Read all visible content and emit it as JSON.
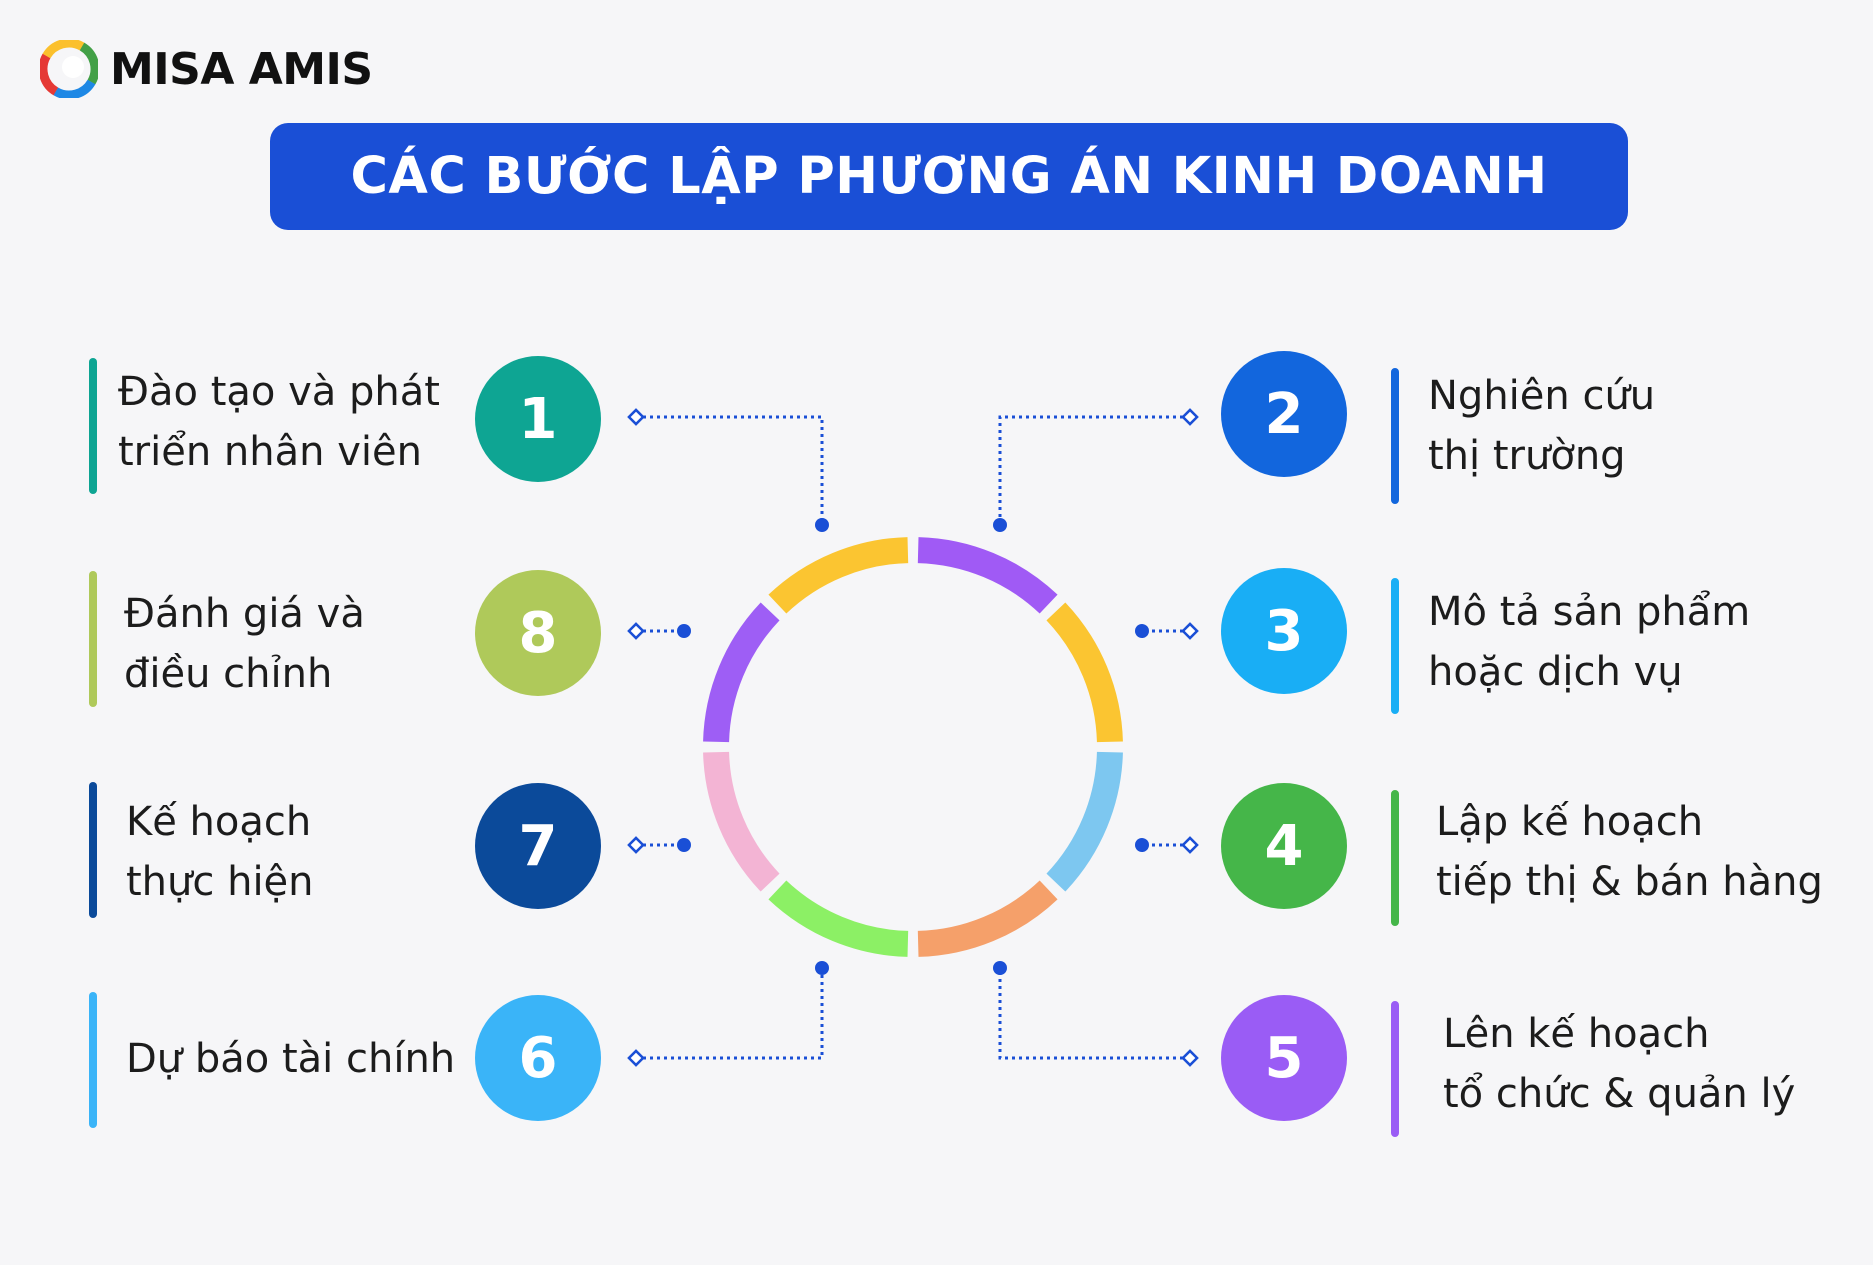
{
  "brand": {
    "logo_text": "MISA AMIS",
    "logo_colors": [
      "#e53935",
      "#fbc02d",
      "#43a047",
      "#1e88e5"
    ]
  },
  "title": "CÁC BƯỚC LẬP PHƯƠNG ÁN KINH DOANH",
  "colors": {
    "banner": "#1a4fd6",
    "connector": "#1a4fd6",
    "background": "#f6f6f8"
  },
  "steps": [
    {
      "number": "1",
      "label": "Đào tạo và phát\ntriển nhân viên",
      "color": "#0ea593"
    },
    {
      "number": "2",
      "label": "Nghiên cứu\nthị trường",
      "color": "#1266dd"
    },
    {
      "number": "3",
      "label": "Mô tả sản phẩm\nhoặc dịch vụ",
      "color": "#19aef5"
    },
    {
      "number": "4",
      "label": "Lập kế hoạch\n tiếp thị & bán hàng",
      "color": "#45b649"
    },
    {
      "number": "5",
      "label": "Lên kế hoạch\ntổ chức & quản lý",
      "color": "#9a5cf5"
    },
    {
      "number": "6",
      "label": "Dự báo tài chính",
      "color": "#3ab4f8"
    },
    {
      "number": "7",
      "label": "Kế hoạch\nthực hiện",
      "color": "#0b4a9a"
    },
    {
      "number": "8",
      "label": "Đánh giá và\nđiều chỉnh",
      "color": "#afc95a"
    }
  ],
  "ring_segments": [
    "#a05af5",
    "#fbc531",
    "#7dc7f0",
    "#f5a06a",
    "#8cf065",
    "#f3b4d4",
    "#9e5ef5",
    "#fbc531"
  ]
}
